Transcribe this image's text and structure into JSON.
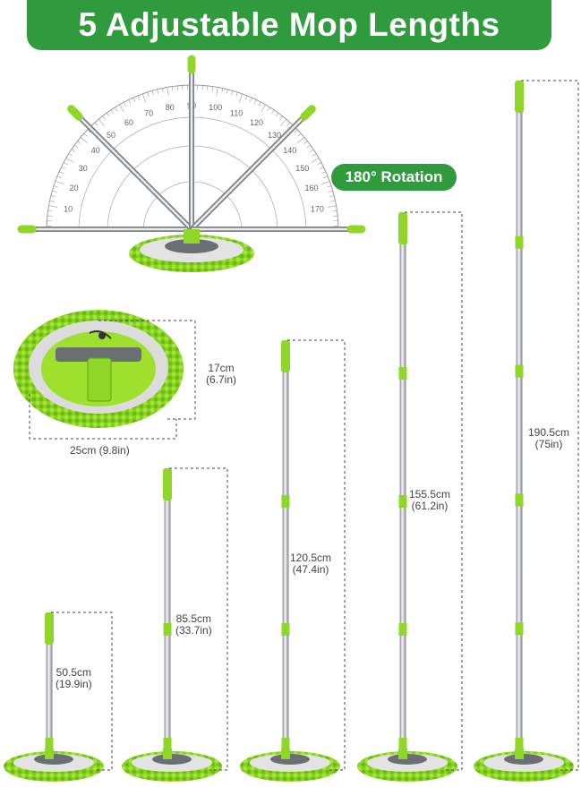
{
  "title": "5 Adjustable Mop Lengths",
  "rotation_badge": "180° Rotation",
  "protractor_labels": [
    "10",
    "20",
    "30",
    "40",
    "50",
    "60",
    "70",
    "80",
    "90",
    "100",
    "110",
    "120",
    "130",
    "140",
    "150",
    "160",
    "170"
  ],
  "head_dimensions": {
    "height": "17cm",
    "height_in": "(6.7in)",
    "width": "25cm (9.8in)"
  },
  "lengths": [
    {
      "cm": "50.5cm",
      "in": "(19.9in)"
    },
    {
      "cm": "85.5cm",
      "in": "(33.7in)"
    },
    {
      "cm": "120.5cm",
      "in": "(47.4in)"
    },
    {
      "cm": "155.5cm",
      "in": "(61.2in)"
    },
    {
      "cm": "190.5cm",
      "in": "(75in)"
    }
  ],
  "colors": {
    "green": "#2f9b3c",
    "lime": "#8fd629",
    "steel": "#b8bcc0",
    "pad": "#e2e2e2"
  }
}
